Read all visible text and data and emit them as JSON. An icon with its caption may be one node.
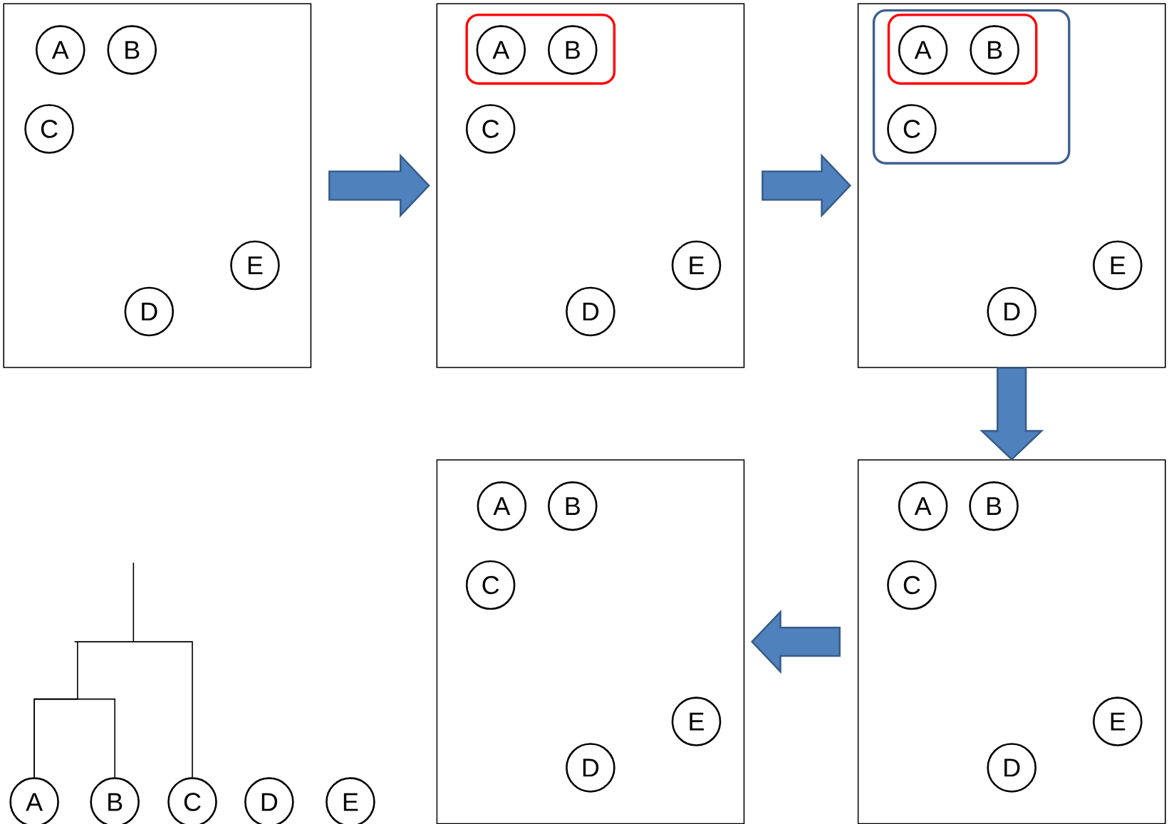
{
  "diagram": {
    "nodes": [
      {
        "text": [],
        "shape": "box"
      },
      {
        "text": [
          "A"
        ],
        "in": 0
      },
      {
        "text": [
          "B"
        ],
        "in": 0
      },
      {
        "text": [
          "C"
        ],
        "in": 0
      },
      {
        "text": [
          "E"
        ],
        "in": 0
      },
      {
        "text": [
          "D"
        ],
        "in": 0
      },
      {
        "text": [],
        "shape": "box"
      },
      {
        "text": [],
        "shape": "box",
        "in": 6
      },
      {
        "text": [
          "A"
        ],
        "in": 7
      },
      {
        "text": [
          "B"
        ],
        "in": 7
      },
      {
        "text": [
          "C"
        ],
        "in": 6
      },
      {
        "text": [
          "E"
        ],
        "in": 6
      },
      {
        "text": [
          "D"
        ],
        "in": 6
      },
      {
        "text": [],
        "shape": "box"
      },
      {
        "text": [],
        "shape": "box",
        "in": 13
      },
      {
        "text": [],
        "shape": "box",
        "in": 14
      },
      {
        "text": [
          "A"
        ],
        "in": 15
      },
      {
        "text": [
          "B"
        ],
        "in": 15
      },
      {
        "text": [
          "C"
        ],
        "in": 14
      },
      {
        "text": [
          "E"
        ],
        "in": 13
      },
      {
        "text": [
          "D"
        ],
        "in": 13
      },
      {
        "text": [],
        "shape": "box"
      },
      {
        "text": [
          "A"
        ],
        "in": 21
      },
      {
        "text": [
          "B"
        ],
        "in": 21
      },
      {
        "text": [
          "C"
        ],
        "in": 21
      },
      {
        "text": [
          "E"
        ],
        "in": 21
      },
      {
        "text": [
          "D"
        ],
        "in": 21
      },
      {
        "text": [],
        "shape": "box"
      },
      {
        "text": [
          "A"
        ],
        "in": 27
      },
      {
        "text": [
          "B"
        ],
        "in": 27
      },
      {
        "text": [
          "C"
        ],
        "in": 27
      },
      {
        "text": [
          "E"
        ],
        "in": 27
      },
      {
        "text": [
          "D"
        ],
        "in": 27
      },
      {
        "text": [
          "A"
        ]
      },
      {
        "text": [
          "B"
        ]
      },
      {
        "text": [
          "C"
        ]
      },
      {
        "text": [
          "D"
        ]
      },
      {
        "text": [
          "E"
        ]
      }
    ],
    "edges": [
      {
        "from": 0,
        "to": 6,
        "arrow": "to"
      },
      {
        "from": 6,
        "to": 13,
        "arrow": "to"
      },
      {
        "from": 13,
        "to": 27,
        "arrow": "to"
      },
      {
        "from": 27,
        "to": 21,
        "arrow": "to"
      },
      {
        "from": 33,
        "to": 34,
        "arrow": "none"
      },
      {
        "from": 35,
        "to": 33,
        "arrow": "none"
      }
    ]
  }
}
